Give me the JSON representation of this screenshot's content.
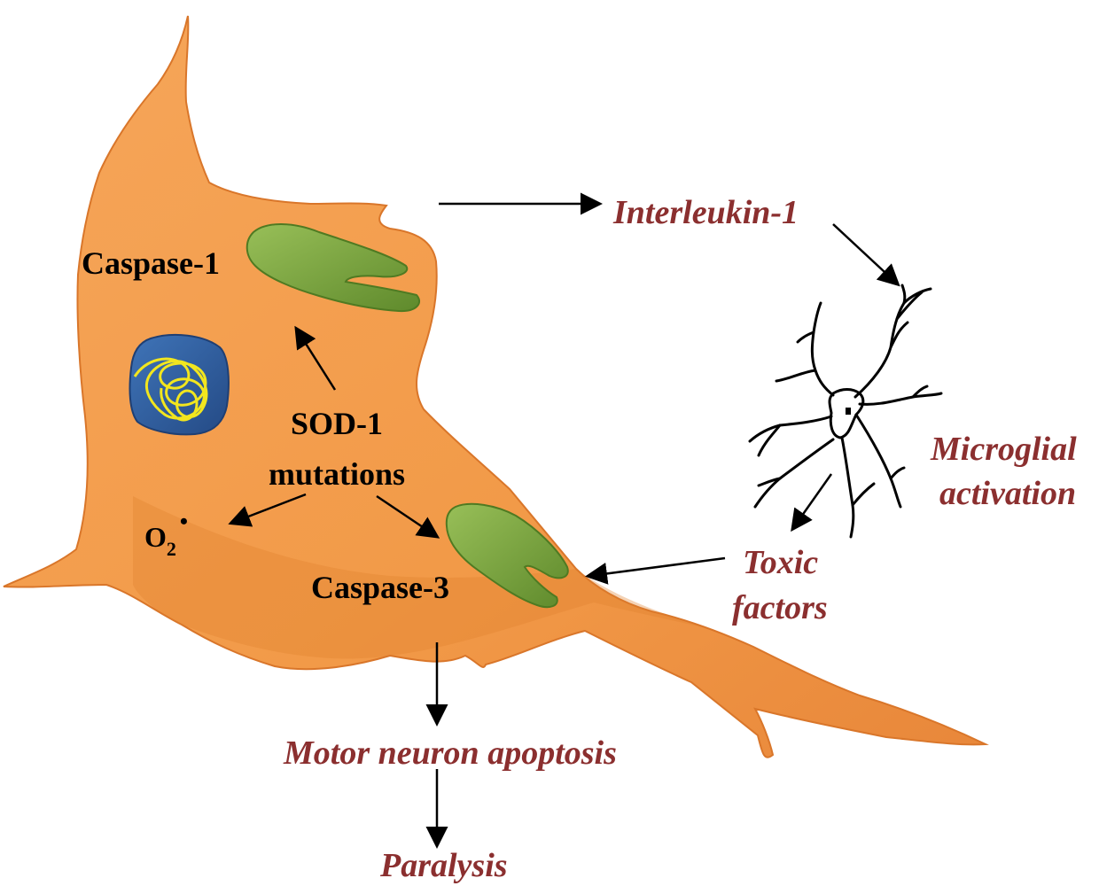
{
  "diagram": {
    "cell_labels": {
      "caspase1": "Caspase-1",
      "sod1_line1": "SOD-1",
      "sod1_line2": "mutations",
      "superoxide": "O",
      "superoxide_subscript": "2",
      "superoxide_dot": "•",
      "caspase3": "Caspase-3"
    },
    "outcome_labels": {
      "interleukin": "Interleukin-1",
      "microglial_line1": "Microglial",
      "microglial_line2": "activation",
      "toxic_line1": "Toxic",
      "toxic_line2": "factors",
      "apoptosis": "Motor neuron apoptosis",
      "paralysis": "Paralysis"
    },
    "colors": {
      "neuron_body": "#f29a48",
      "neuron_shade": "#d9762a",
      "caspase": "#7aa33f",
      "caspase_dark": "#4f7a22",
      "nucleus": "#2f5d9e",
      "chromatin": "#f2e61e",
      "outcome_text": "#8b2f2f",
      "label_text": "#000000"
    }
  }
}
